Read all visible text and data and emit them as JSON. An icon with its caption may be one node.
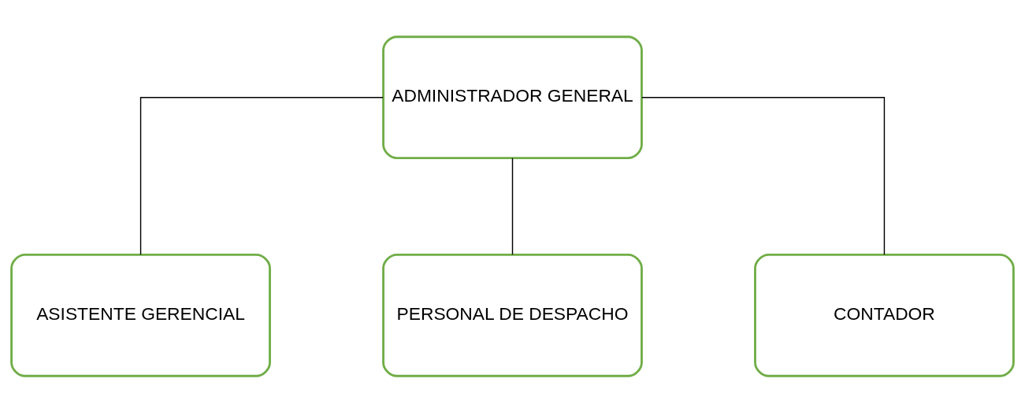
{
  "diagram": {
    "nodes": [
      {
        "text": [
          "ADMINISTRADOR GENERAL"
        ]
      },
      {
        "text": [
          "ASISTENTE GERENCIAL"
        ]
      },
      {
        "text": [
          "PERSONAL DE DESPACHO"
        ]
      },
      {
        "text": [
          "CONTADOR"
        ]
      }
    ],
    "edges": [
      {
        "from": 0,
        "to": 1,
        "arrow": "none"
      },
      {
        "from": 0,
        "to": 2,
        "arrow": "none"
      },
      {
        "from": 0,
        "to": 3,
        "arrow": "none"
      }
    ]
  }
}
